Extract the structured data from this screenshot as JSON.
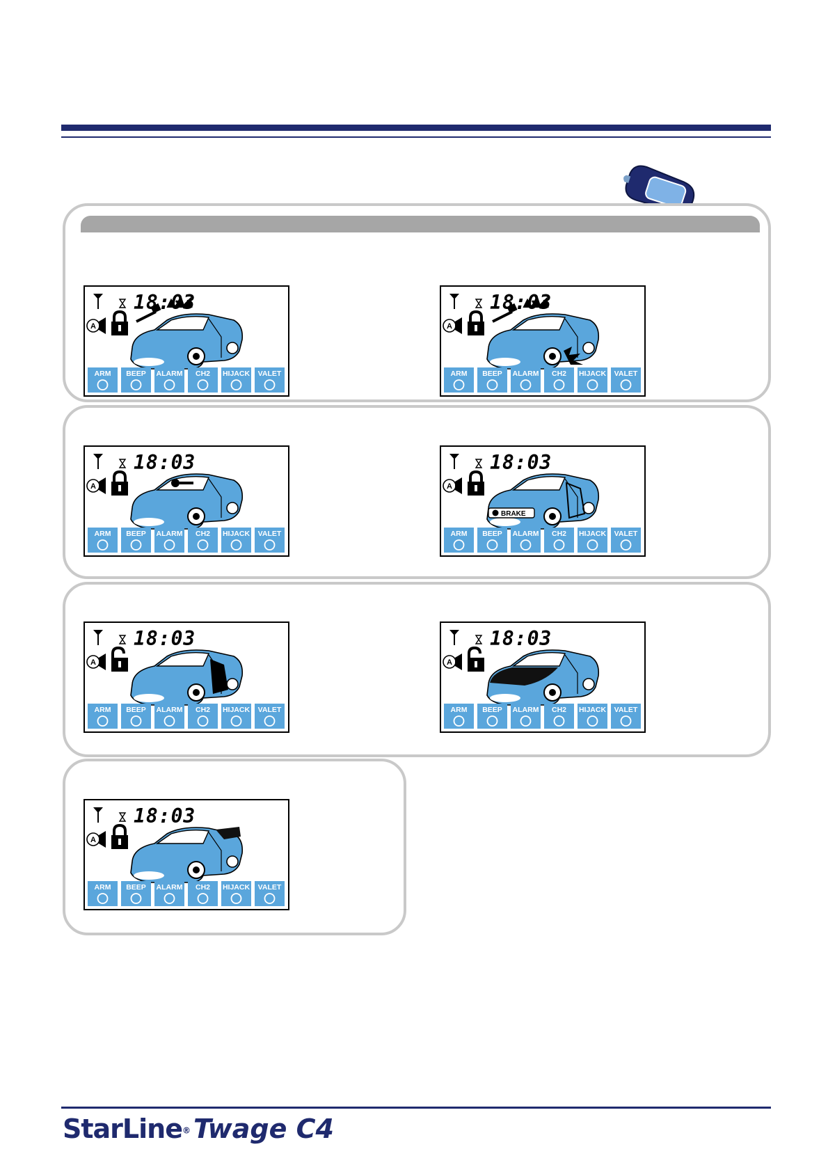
{
  "colors": {
    "navy": "#1f2a6e",
    "lcd_blue": "#5aa6dc",
    "panel_border": "#c9c9c9"
  },
  "lcd": {
    "time": "18:03",
    "buttons": [
      "ARM",
      "BEEP",
      "ALARM",
      "CH2",
      "HIJACK",
      "VALET"
    ],
    "brake_label": "BRAKE"
  },
  "footer": {
    "brand_name": "StarLine",
    "registered": "®",
    "model": "Twage C4"
  }
}
